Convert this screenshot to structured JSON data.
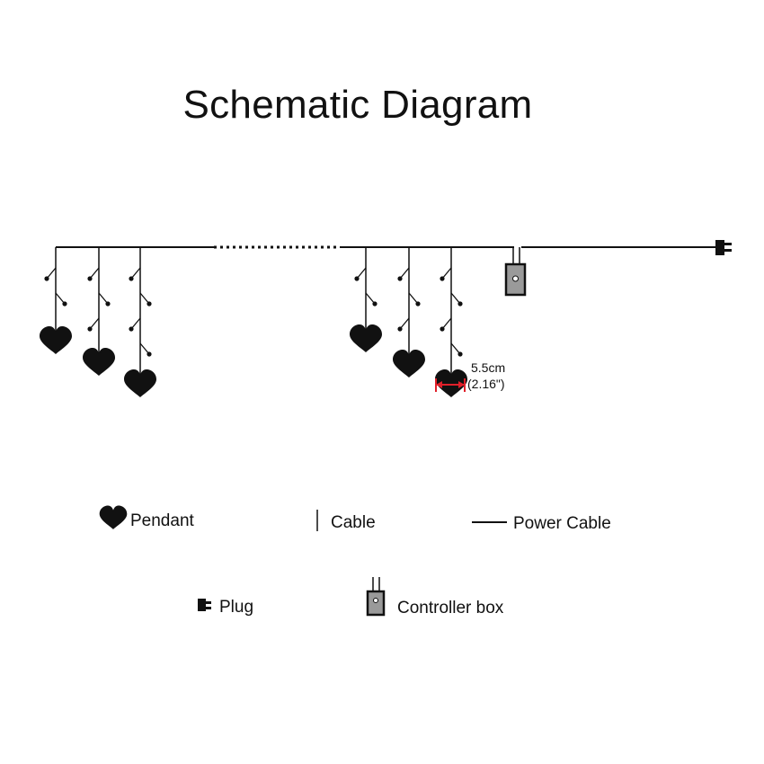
{
  "title": "Schematic Diagram",
  "dimension": {
    "metric": "5.5cm",
    "imperial": "(2.16\")"
  },
  "legend": {
    "pendant": "Pendant",
    "cable": "Cable",
    "power_cable": "Power Cable",
    "plug": "Plug",
    "controller_box": "Controller box"
  },
  "colors": {
    "line": "#111111",
    "dimension_marker": "#e0202a",
    "controller_fill": "#9a9a9a"
  },
  "icons": [
    "heart-icon",
    "plug-icon",
    "controller-box-icon"
  ]
}
